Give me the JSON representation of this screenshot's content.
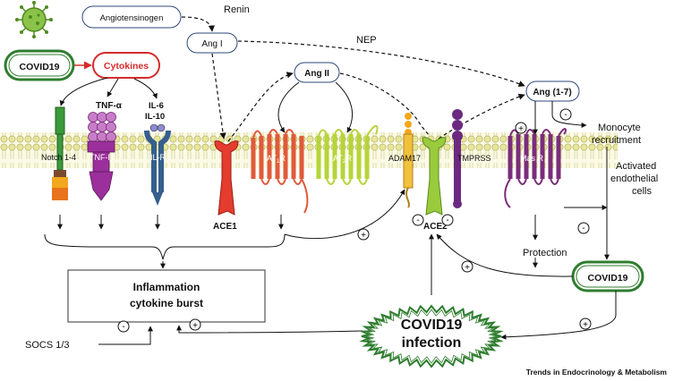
{
  "nodes": {
    "angiotensinogen": "Angiotensinogen",
    "ang1": "Ang I",
    "ang2": "Ang II",
    "ang17": "Ang (1-7)",
    "covid_top": "COVID19",
    "cytokines": "Cytokines",
    "covid_right": "COVID19",
    "inflammation_1": "Inflammation",
    "inflammation_2": "cytokine burst",
    "infection_1": "COVID19",
    "infection_2": "infection"
  },
  "enzymes": {
    "renin": "Renin",
    "nep": "NEP"
  },
  "ligands": {
    "tnf": "TNF-α",
    "il6": "IL-6",
    "il10": "IL-10"
  },
  "receptors": {
    "notch": "Notch 1-4",
    "tnfr": "TNF-R",
    "ilr": "IL-R",
    "at1r_base": "AT",
    "at1r_sub": "1",
    "at1r_end": "R",
    "at2r_base": "AT",
    "at2r_sub": "2",
    "at2r_end": "R",
    "adam17": "ADAM17",
    "tmprss": "TMPRSS",
    "masr": "Mas R"
  },
  "labels": {
    "ace1": "ACE1",
    "ace2": "ACE2",
    "protection": "Protection",
    "monocyte_1": "Monocyte",
    "monocyte_2": "recruitment",
    "activated_1": "Activated",
    "activated_2": "endothelial",
    "activated_3": "cells",
    "socs": "SOCS 1/3"
  },
  "signs": {
    "plus": "+",
    "minus": "-"
  },
  "footer": {
    "journal": "Trends in Endocrinology & Metabolism"
  },
  "colors": {
    "membrane_fill": "#f4f3cc",
    "head": "#e2e08a",
    "notch": "#2f8b2f",
    "tnf": "#9b2f9b",
    "ilr": "#355f8d",
    "ace1": "#e43c2f",
    "at1r": "#e05a3a",
    "at2r": "#b6d43b",
    "adam17": "#f2a81c",
    "ace2": "#9acb3c",
    "tmprss": "#6b2a80",
    "masr": "#7a2d7a",
    "covid_red": "#d62b2b",
    "covid_green": "#2f7d2f"
  }
}
